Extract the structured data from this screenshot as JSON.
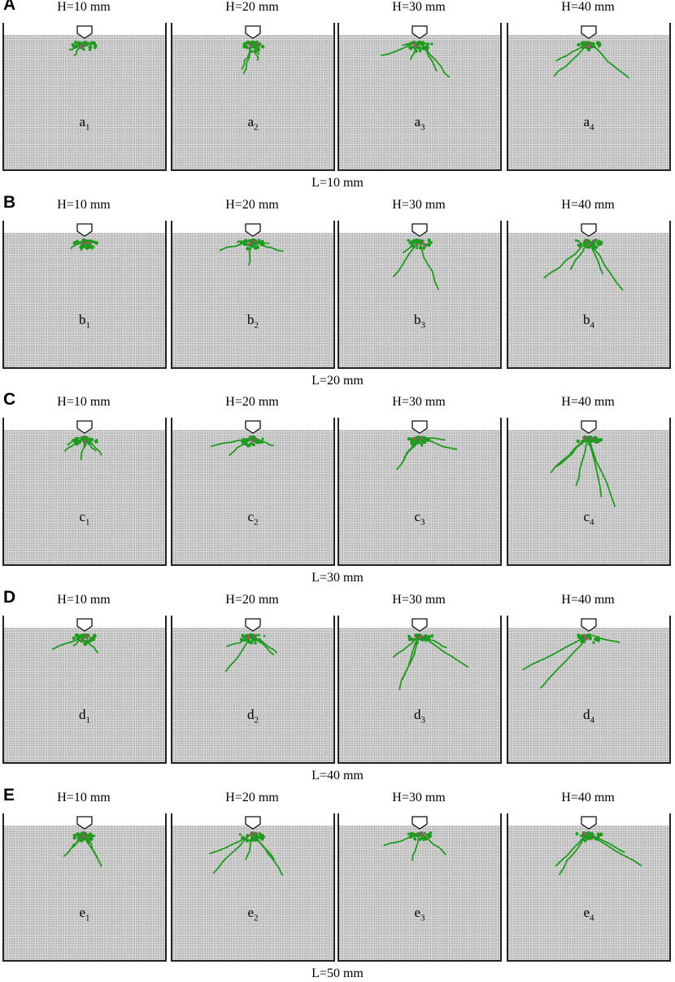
{
  "rows": [
    {
      "letter": "A",
      "L": "L=10 mm",
      "panels": [
        {
          "H": "H=10 mm",
          "sub_letter": "a",
          "sub_index": "1"
        },
        {
          "H": "H=20 mm",
          "sub_letter": "a",
          "sub_index": "2"
        },
        {
          "H": "H=30 mm",
          "sub_letter": "a",
          "sub_index": "3"
        },
        {
          "H": "H=40 mm",
          "sub_letter": "a",
          "sub_index": "4"
        }
      ]
    },
    {
      "letter": "B",
      "L": "L=20 mm",
      "panels": [
        {
          "H": "H=10 mm",
          "sub_letter": "b",
          "sub_index": "1"
        },
        {
          "H": "H=20 mm",
          "sub_letter": "b",
          "sub_index": "2"
        },
        {
          "H": "H=30 mm",
          "sub_letter": "b",
          "sub_index": "3"
        },
        {
          "H": "H=40 mm",
          "sub_letter": "b",
          "sub_index": "4"
        }
      ]
    },
    {
      "letter": "C",
      "L": "L=30 mm",
      "panels": [
        {
          "H": "H=10 mm",
          "sub_letter": "c",
          "sub_index": "1"
        },
        {
          "H": "H=20 mm",
          "sub_letter": "c",
          "sub_index": "2"
        },
        {
          "H": "H=30 mm",
          "sub_letter": "c",
          "sub_index": "3"
        },
        {
          "H": "H=40 mm",
          "sub_letter": "c",
          "sub_index": "4"
        }
      ]
    },
    {
      "letter": "D",
      "L": "L=40 mm",
      "panels": [
        {
          "H": "H=10 mm",
          "sub_letter": "d",
          "sub_index": "1"
        },
        {
          "H": "H=20 mm",
          "sub_letter": "d",
          "sub_index": "2"
        },
        {
          "H": "H=30 mm",
          "sub_letter": "d",
          "sub_index": "3"
        },
        {
          "H": "H=40 mm",
          "sub_letter": "d",
          "sub_index": "4"
        }
      ]
    },
    {
      "letter": "E",
      "L": "L=50 mm",
      "panels": [
        {
          "H": "H=10 mm",
          "sub_letter": "e",
          "sub_index": "1"
        },
        {
          "H": "H=20 mm",
          "sub_letter": "e",
          "sub_index": "2"
        },
        {
          "H": "H=30 mm",
          "sub_letter": "e",
          "sub_index": "3"
        },
        {
          "H": "H=40 mm",
          "sub_letter": "e",
          "sub_index": "4"
        }
      ]
    }
  ],
  "colors": {
    "soil": "#cfcfcf",
    "crack": "#1f9a1f",
    "crack_highlight": "#cc3a8a",
    "frame": "#222222"
  }
}
